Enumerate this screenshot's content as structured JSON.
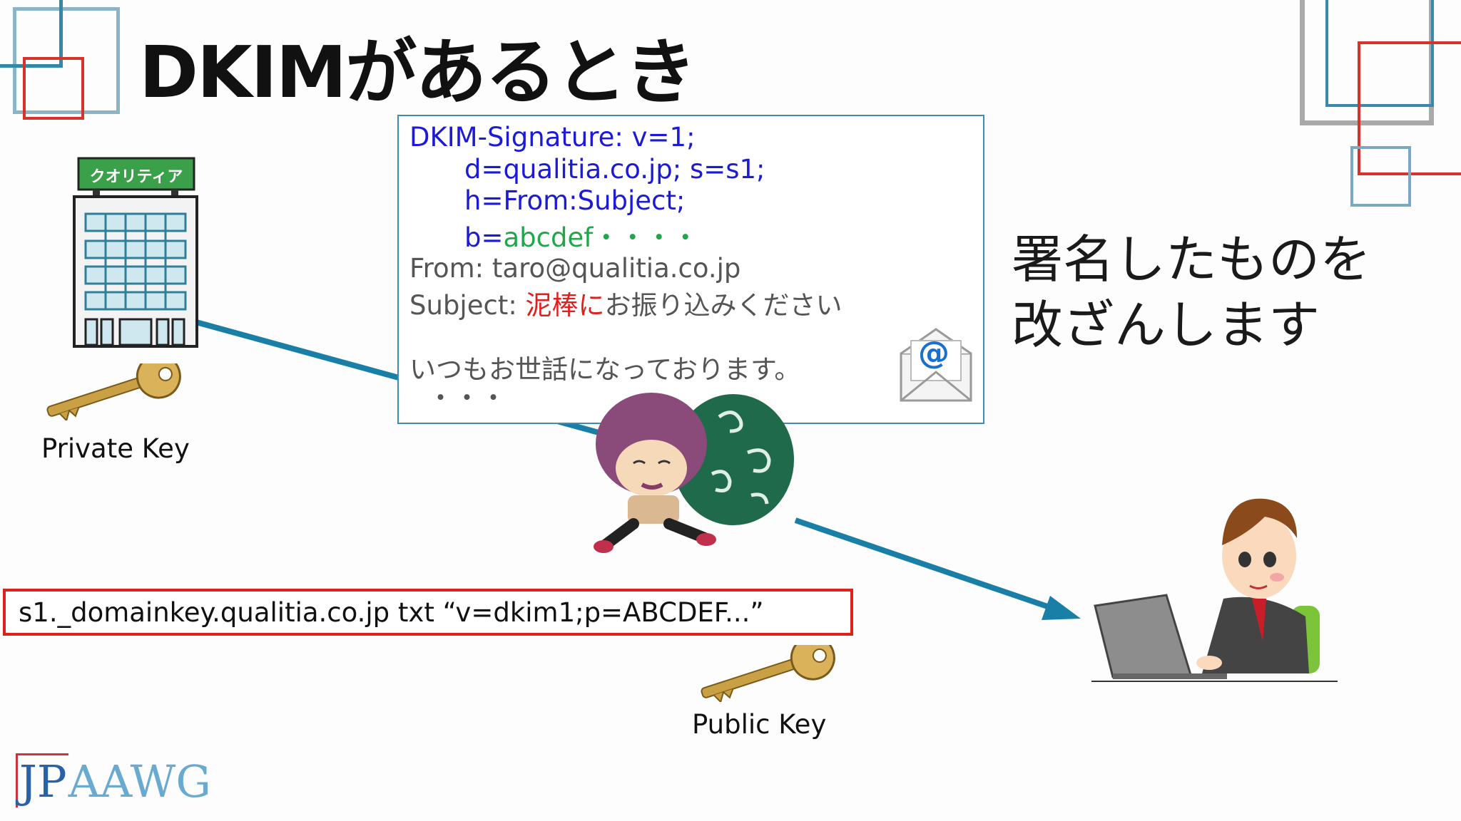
{
  "title": "DKIMがあるとき",
  "company_sign": "クオリティア",
  "email": {
    "sig_header": "DKIM-Signature: v=1;",
    "sig_d": "d=qualitia.co.jp; s=s1;",
    "sig_h": "h=From:Subject;",
    "sig_b_prefix": "b=",
    "sig_b_value": "abcdef・・・・",
    "from_line": "From: taro@qualitia.co.jp",
    "subject_prefix": "Subject: ",
    "subject_tampered": "泥棒に",
    "subject_rest": "お振り込みください",
    "body_line": "いつもお世話になっております。",
    "body_dots": "・・・",
    "envelope_symbol": "@"
  },
  "tamper_text_line1": "署名したものを",
  "tamper_text_line2": "改ざんします",
  "dns_record": "s1._domainkey.qualitia.co.jp  txt  “v=dkim1;p=ABCDEF...”",
  "private_key_label": "Private Key",
  "public_key_label": "Public Key",
  "logo": {
    "part1": "JP",
    "part2": "AAWG"
  },
  "colors": {
    "accent_blue": "#1a7fa6",
    "signature_blue": "#1a1ad8",
    "tamper_red": "#e0201c",
    "sig_green": "#1fa84a"
  }
}
